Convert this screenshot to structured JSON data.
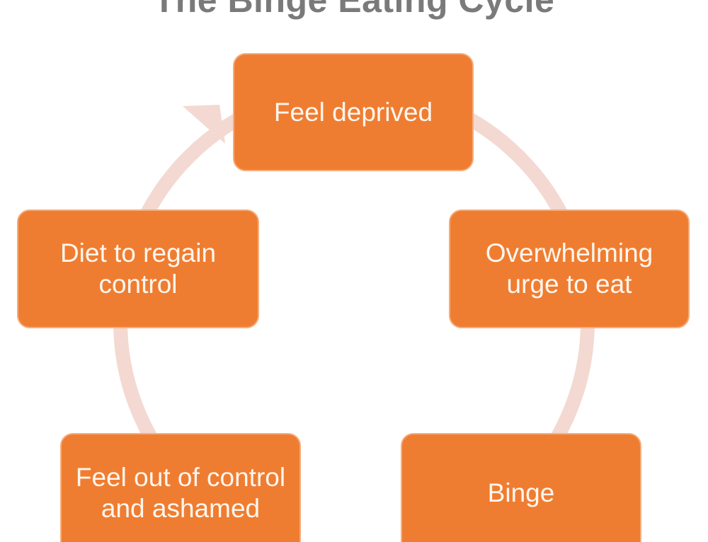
{
  "diagram": {
    "title": "The Binge Eating Cycle",
    "nodes": [
      {
        "label": "Feel deprived"
      },
      {
        "label": "Overwhelming urge to eat"
      },
      {
        "label": "Binge"
      },
      {
        "label": "Feel out of control and ashamed"
      },
      {
        "label": "Diet to regain control"
      }
    ],
    "colors": {
      "node_fill": "#ef7d31",
      "node_border": "#f6ad7c",
      "node_text": "#fff6ee",
      "cycle_arrow": "#f3d9d1",
      "title": "#7a7a7a"
    }
  }
}
